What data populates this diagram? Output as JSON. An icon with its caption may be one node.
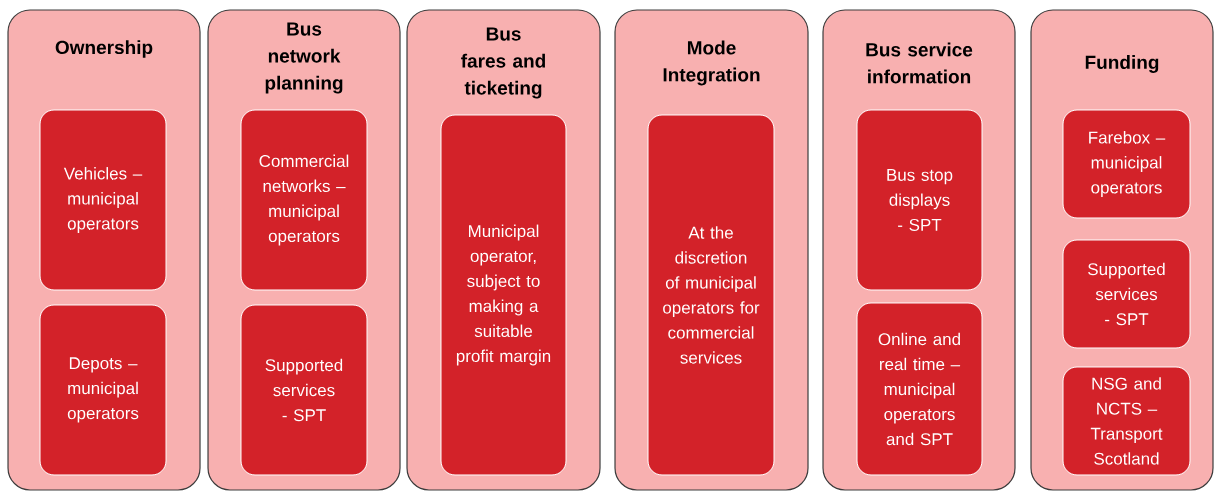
{
  "diagram": {
    "nodes": [
      {
        "text": [
          "Ownership"
        ]
      },
      {
        "text": [
          "Vehicles – municipal operators"
        ],
        "in": 0
      },
      {
        "text": [
          "Depots – municipal operators"
        ],
        "in": 0
      },
      {
        "text": [
          "Bus network planning"
        ]
      },
      {
        "text": [
          "Commercial networks – municipal operators"
        ],
        "in": 3
      },
      {
        "text": [
          "Supported services - SPT"
        ],
        "in": 3
      },
      {
        "text": [
          "Bus fares and ticketing"
        ]
      },
      {
        "text": [
          "Municipal operator, subject to making a suitable profit margin"
        ],
        "in": 6
      },
      {
        "text": [
          "Mode Integration"
        ]
      },
      {
        "text": [
          "At the discretion of municipal operators for commercial services"
        ],
        "in": 8
      },
      {
        "text": [
          "Bus service information"
        ]
      },
      {
        "text": [
          "Bus stop displays - SPT"
        ],
        "in": 10
      },
      {
        "text": [
          "Online and real time – municipal operators and SPT"
        ],
        "in": 10
      },
      {
        "text": [
          "Funding"
        ]
      },
      {
        "text": [
          "Farebox – municipal operators"
        ],
        "in": 13
      },
      {
        "text": [
          "Supported services - SPT"
        ],
        "in": 13
      },
      {
        "text": [
          "NSG and NCTS – Transport Scotland"
        ],
        "in": 13
      }
    ]
  }
}
